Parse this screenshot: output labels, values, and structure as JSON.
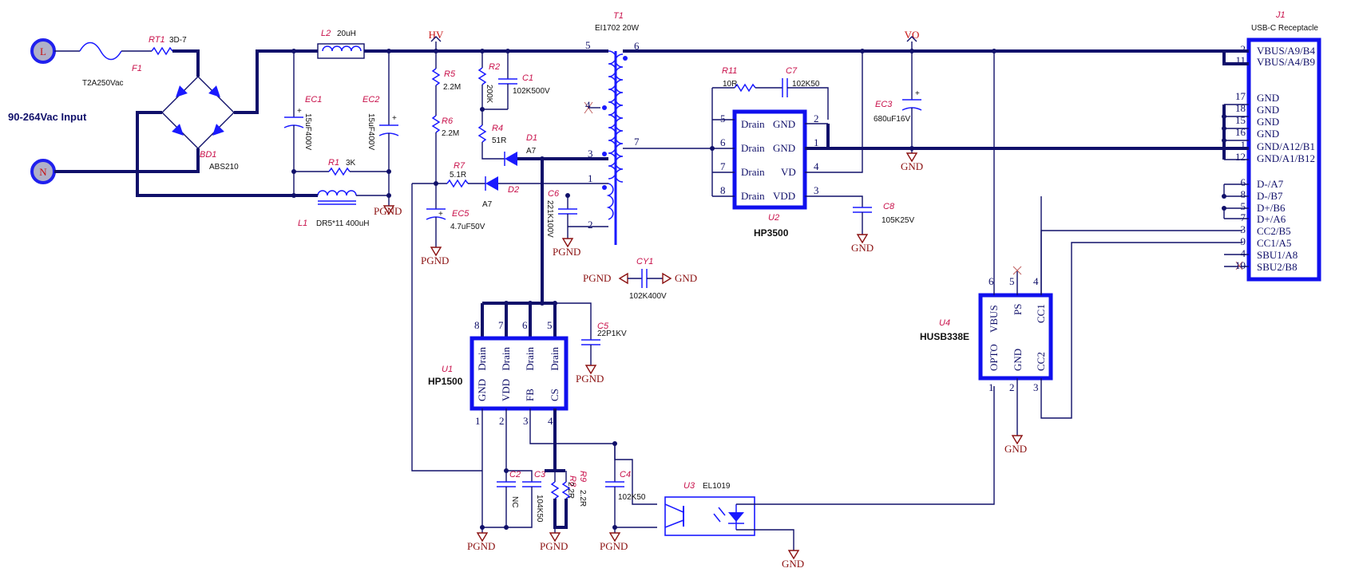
{
  "input_label": "90-264Vac Input",
  "terminals": {
    "line": "L",
    "neutral": "N"
  },
  "nets": {
    "hv": "HV",
    "vo": "VO"
  },
  "power": {
    "pgnd": "PGND",
    "gnd": "GND"
  },
  "components": {
    "F1": {
      "ref": "F1",
      "value": "T2A250Vac"
    },
    "RT1": {
      "ref": "RT1",
      "value": "3D-7"
    },
    "BD1": {
      "ref": "BD1",
      "value": "ABS210"
    },
    "L2": {
      "ref": "L2",
      "value": "20uH"
    },
    "EC1": {
      "ref": "EC1",
      "value": "15uF400V"
    },
    "EC2": {
      "ref": "EC2",
      "value": "15uF400V"
    },
    "R1": {
      "ref": "R1",
      "value": "3K"
    },
    "L1": {
      "ref": "L1",
      "value": "DR5*11 400uH"
    },
    "R5": {
      "ref": "R5",
      "value": "2.2M"
    },
    "R6": {
      "ref": "R6",
      "value": "2.2M"
    },
    "R2": {
      "ref": "R2",
      "value": "200K"
    },
    "C1": {
      "ref": "C1",
      "value": "102K500V"
    },
    "R4": {
      "ref": "R4",
      "value": "51R"
    },
    "D1": {
      "ref": "D1",
      "value": "A7"
    },
    "R7": {
      "ref": "R7",
      "value": "5.1R"
    },
    "D2": {
      "ref": "D2",
      "value": "A7"
    },
    "C6": {
      "ref": "C6",
      "value": "221K100V"
    },
    "EC5": {
      "ref": "EC5",
      "value": "4.7uF50V"
    },
    "T1": {
      "ref": "T1",
      "value": "EI1702 20W"
    },
    "CY1": {
      "ref": "CY1",
      "value": "102K400V"
    },
    "C5": {
      "ref": "C5",
      "value": "22P1KV"
    },
    "U1": {
      "ref": "U1",
      "value": "HP1500"
    },
    "C2": {
      "ref": "C2",
      "value": "NC"
    },
    "C3": {
      "ref": "C3",
      "value": "104K50"
    },
    "R8": {
      "ref": "R8",
      "value": "2.2R"
    },
    "R9": {
      "ref": "R9",
      "value": "2.2R"
    },
    "C4": {
      "ref": "C4",
      "value": "102K50"
    },
    "U3": {
      "ref": "U3",
      "value": "EL1019"
    },
    "R11": {
      "ref": "R11",
      "value": "10R"
    },
    "C7": {
      "ref": "C7",
      "value": "102K50"
    },
    "U2": {
      "ref": "U2",
      "value": "HP3500"
    },
    "C8": {
      "ref": "C8",
      "value": "105K25V"
    },
    "EC3": {
      "ref": "EC3",
      "value": "680uF16V"
    },
    "U4": {
      "ref": "U4",
      "value": "HUSB338E"
    },
    "J1": {
      "ref": "J1",
      "value": "USB-C Receptacle"
    }
  },
  "u1_pins": {
    "top": [
      "Drain",
      "Drain",
      "Drain",
      "Drain"
    ],
    "bottom": [
      "GND",
      "VDD",
      "FB",
      "CS"
    ],
    "top_nums": [
      "8",
      "7",
      "6",
      "5"
    ],
    "bottom_nums": [
      "1",
      "2",
      "3",
      "4"
    ]
  },
  "u2_pins": {
    "left": [
      "Drain",
      "Drain",
      "Drain",
      "Drain"
    ],
    "right": [
      "GND",
      "GND",
      "VD",
      "VDD"
    ],
    "left_nums": [
      "5",
      "6",
      "7",
      "8"
    ],
    "right_nums": [
      "2",
      "1",
      "4",
      "3"
    ]
  },
  "u4_pins": {
    "top": [
      "OPTO",
      "VBUS",
      "GND",
      "PS",
      "CC2",
      "CC1"
    ],
    "top_nums": [
      "6",
      "5",
      "4"
    ],
    "bottom_nums": [
      "1",
      "2",
      "3"
    ]
  },
  "t1_pins": [
    "5",
    "4",
    "3",
    "1",
    "2",
    "6",
    "7"
  ],
  "j1_pins": [
    {
      "num": "2",
      "name": "VBUS/A9/B4"
    },
    {
      "num": "11",
      "name": "VBUS/A4/B9"
    },
    {
      "num": "17",
      "name": "GND"
    },
    {
      "num": "18",
      "name": "GND"
    },
    {
      "num": "15",
      "name": "GND"
    },
    {
      "num": "16",
      "name": "GND"
    },
    {
      "num": "1",
      "name": "GND/A12/B1"
    },
    {
      "num": "12",
      "name": "GND/A1/B12"
    },
    {
      "num": "6",
      "name": "D-/A7"
    },
    {
      "num": "8",
      "name": "D-/B7"
    },
    {
      "num": "5",
      "name": "D+/B6"
    },
    {
      "num": "7",
      "name": "D+/A6"
    },
    {
      "num": "3",
      "name": "CC2/B5"
    },
    {
      "num": "9",
      "name": "CC1/A5"
    },
    {
      "num": "4",
      "name": "SBU1/A8"
    },
    {
      "num": "10",
      "name": "SBU2/B8"
    }
  ]
}
